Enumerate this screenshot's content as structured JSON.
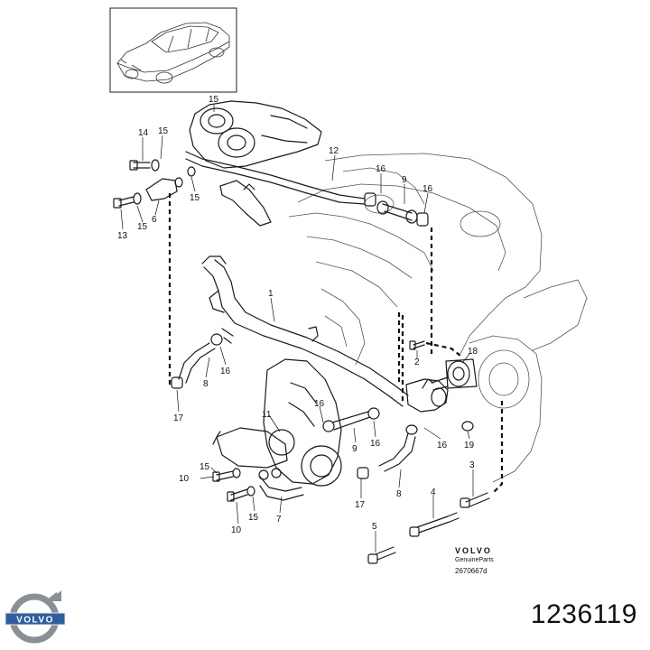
{
  "callouts": [
    {
      "id": "c15a",
      "text": "15"
    },
    {
      "id": "c14",
      "text": "14"
    },
    {
      "id": "c15b",
      "text": "15"
    },
    {
      "id": "c12",
      "text": "12"
    },
    {
      "id": "c16a",
      "text": "16"
    },
    {
      "id": "c9a",
      "text": "9"
    },
    {
      "id": "c16b",
      "text": "16"
    },
    {
      "id": "c13",
      "text": "13"
    },
    {
      "id": "c15c",
      "text": "15"
    },
    {
      "id": "c6",
      "text": "6"
    },
    {
      "id": "c15d",
      "text": "15"
    },
    {
      "id": "c1",
      "text": "1"
    },
    {
      "id": "c2",
      "text": "2"
    },
    {
      "id": "c18",
      "text": "18"
    },
    {
      "id": "c16c",
      "text": "16"
    },
    {
      "id": "c8a",
      "text": "8"
    },
    {
      "id": "c17a",
      "text": "17"
    },
    {
      "id": "c11",
      "text": "11"
    },
    {
      "id": "c16d",
      "text": "16"
    },
    {
      "id": "c9b",
      "text": "9"
    },
    {
      "id": "c16e",
      "text": "16"
    },
    {
      "id": "c16f",
      "text": "16"
    },
    {
      "id": "c19",
      "text": "19"
    },
    {
      "id": "c15e",
      "text": "15"
    },
    {
      "id": "c10a",
      "text": "10"
    },
    {
      "id": "c3",
      "text": "3"
    },
    {
      "id": "c17b",
      "text": "17"
    },
    {
      "id": "c8b",
      "text": "8"
    },
    {
      "id": "c4",
      "text": "4"
    },
    {
      "id": "c10b",
      "text": "10"
    },
    {
      "id": "c15f",
      "text": "15"
    },
    {
      "id": "c7",
      "text": "7"
    },
    {
      "id": "c5",
      "text": "5"
    }
  ],
  "brand_note": {
    "brand": "VOLVO",
    "line": "GenuineParts",
    "code": "2670667d"
  },
  "logo_text": "VOLVO",
  "part_number": "1236119"
}
